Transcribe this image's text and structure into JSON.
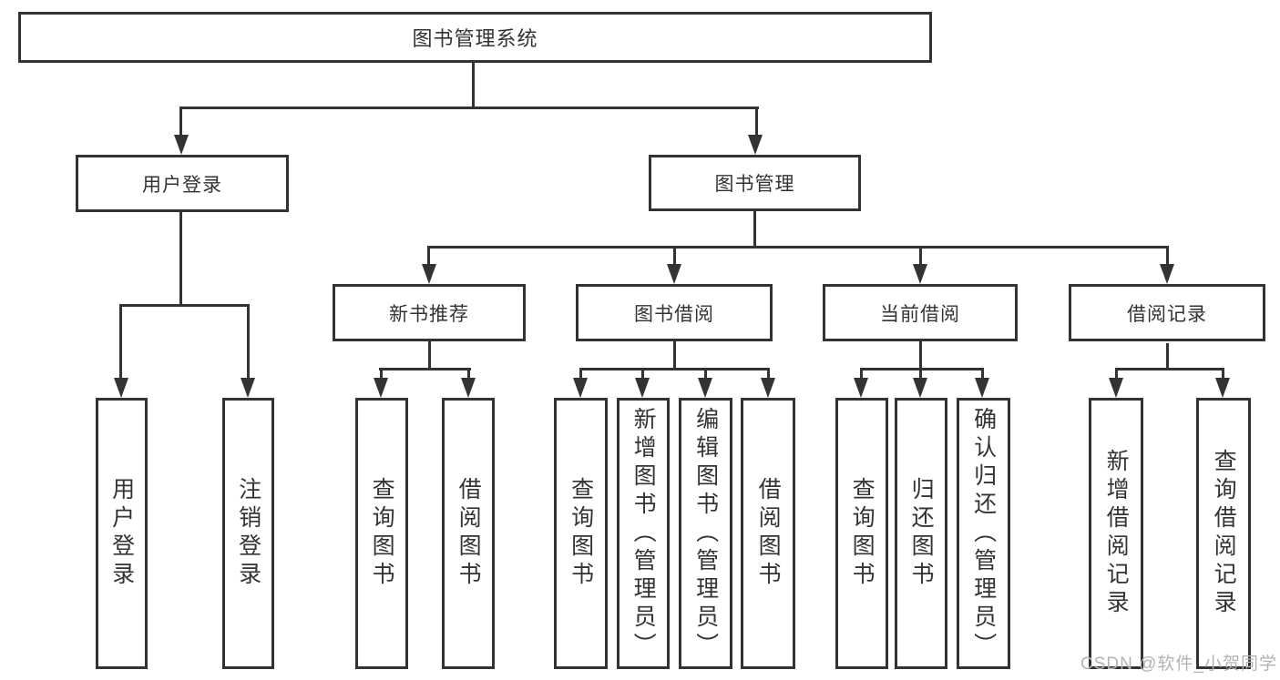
{
  "diagram": {
    "root": {
      "label": "图书管理系统"
    },
    "level1": {
      "user_login": {
        "label": "用户登录"
      },
      "book_mgmt": {
        "label": "图书管理"
      }
    },
    "level2": {
      "new_book_rec": {
        "label": "新书推荐"
      },
      "book_borrow": {
        "label": "图书借阅"
      },
      "current_borrow": {
        "label": "当前借阅"
      },
      "borrow_records": {
        "label": "借阅记录"
      }
    },
    "leaves": {
      "user_login": {
        "label": "用户登录"
      },
      "logout": {
        "label": "注销登录"
      },
      "query_books_a": {
        "label": "查询图书"
      },
      "borrow_books_a": {
        "label": "借阅图书"
      },
      "query_books_b": {
        "label": "查询图书"
      },
      "add_books_admin": {
        "label": "新增图书（管理员）"
      },
      "edit_books_admin": {
        "label": "编辑图书（管理员）"
      },
      "borrow_books_b": {
        "label": "借阅图书"
      },
      "query_books_c": {
        "label": "查询图书"
      },
      "return_books": {
        "label": "归还图书"
      },
      "confirm_return_admin": {
        "label": "确认归还（管理员）"
      },
      "add_borrow_record": {
        "label": "新增借阅记录"
      },
      "query_borrow_record": {
        "label": "查询借阅记录"
      }
    },
    "hierarchy": [
      {
        "parent": "图书管理系统",
        "children": [
          "用户登录",
          "图书管理"
        ]
      },
      {
        "parent": "用户登录",
        "children": [
          "用户登录",
          "注销登录"
        ]
      },
      {
        "parent": "图书管理",
        "children": [
          "新书推荐",
          "图书借阅",
          "当前借阅",
          "借阅记录"
        ]
      },
      {
        "parent": "新书推荐",
        "children": [
          "查询图书",
          "借阅图书"
        ]
      },
      {
        "parent": "图书借阅",
        "children": [
          "查询图书",
          "新增图书（管理员）",
          "编辑图书（管理员）",
          "借阅图书"
        ]
      },
      {
        "parent": "当前借阅",
        "children": [
          "查询图书",
          "归还图书",
          "确认归还（管理员）"
        ]
      },
      {
        "parent": "借阅记录",
        "children": [
          "新增借阅记录",
          "查询借阅记录"
        ]
      }
    ]
  },
  "watermark": "CSDN @软件_小贺同学",
  "colors": {
    "line": "#333333",
    "text": "#333333",
    "box_background": "#ffffff",
    "page_background": "#ffffff",
    "watermark": "#b3b3b3"
  }
}
